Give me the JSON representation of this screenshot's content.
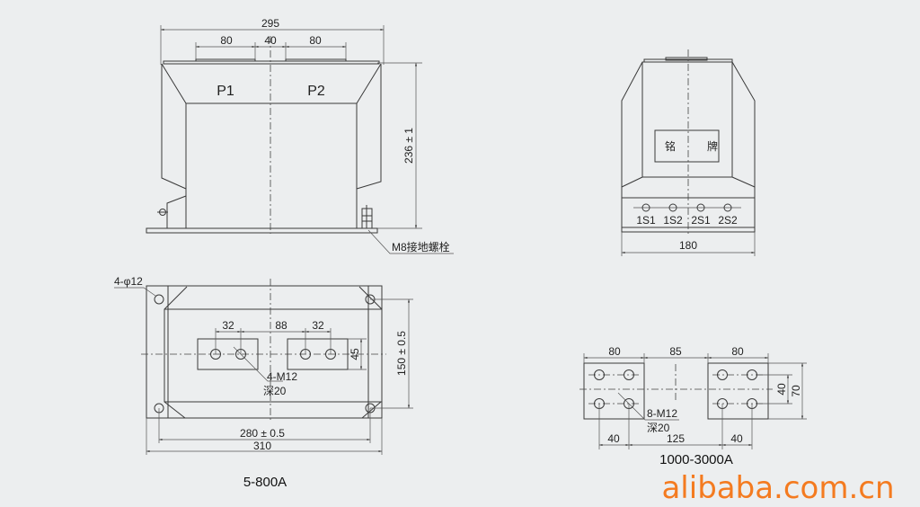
{
  "front_view": {
    "dim_total": "295",
    "dim_left": "80",
    "dim_mid": "40",
    "dim_right": "80",
    "label_p1": "P1",
    "label_p2": "P2",
    "dim_height": "236 ± 1",
    "ground_bolt": "M8接地螺栓"
  },
  "side_view": {
    "nameplate_char1": "铭",
    "nameplate_char2": "牌",
    "terminals": [
      "1S1",
      "1S2",
      "2S1",
      "2S2"
    ],
    "dim_width": "180"
  },
  "plan_view": {
    "mount_holes": "4-φ12",
    "dim_hole_spacing_left": "32",
    "dim_center": "88",
    "dim_hole_spacing_right": "32",
    "dim_bar_height": "45",
    "dim_depth": "150 ± 0.5",
    "bolt_spec": "4-M12",
    "bolt_depth": "深20",
    "dim_hole_span": "280 ± 0.5",
    "dim_total": "310",
    "caption": "5-800A"
  },
  "terminal_view": {
    "dim_left_bar": "80",
    "dim_gap": "85",
    "dim_right_bar": "80",
    "dim_inner_v": "40",
    "dim_outer_v": "70",
    "dim_hole_left": "40",
    "dim_hole_center": "125",
    "dim_hole_right": "40",
    "bolt_spec": "8-M12",
    "bolt_depth": "深20",
    "caption": "1000-3000A"
  },
  "watermark": "alibaba.com.cn",
  "colors": {
    "background": "#eceeef",
    "line": "#3a3a3a",
    "watermark": "#f47b20"
  }
}
